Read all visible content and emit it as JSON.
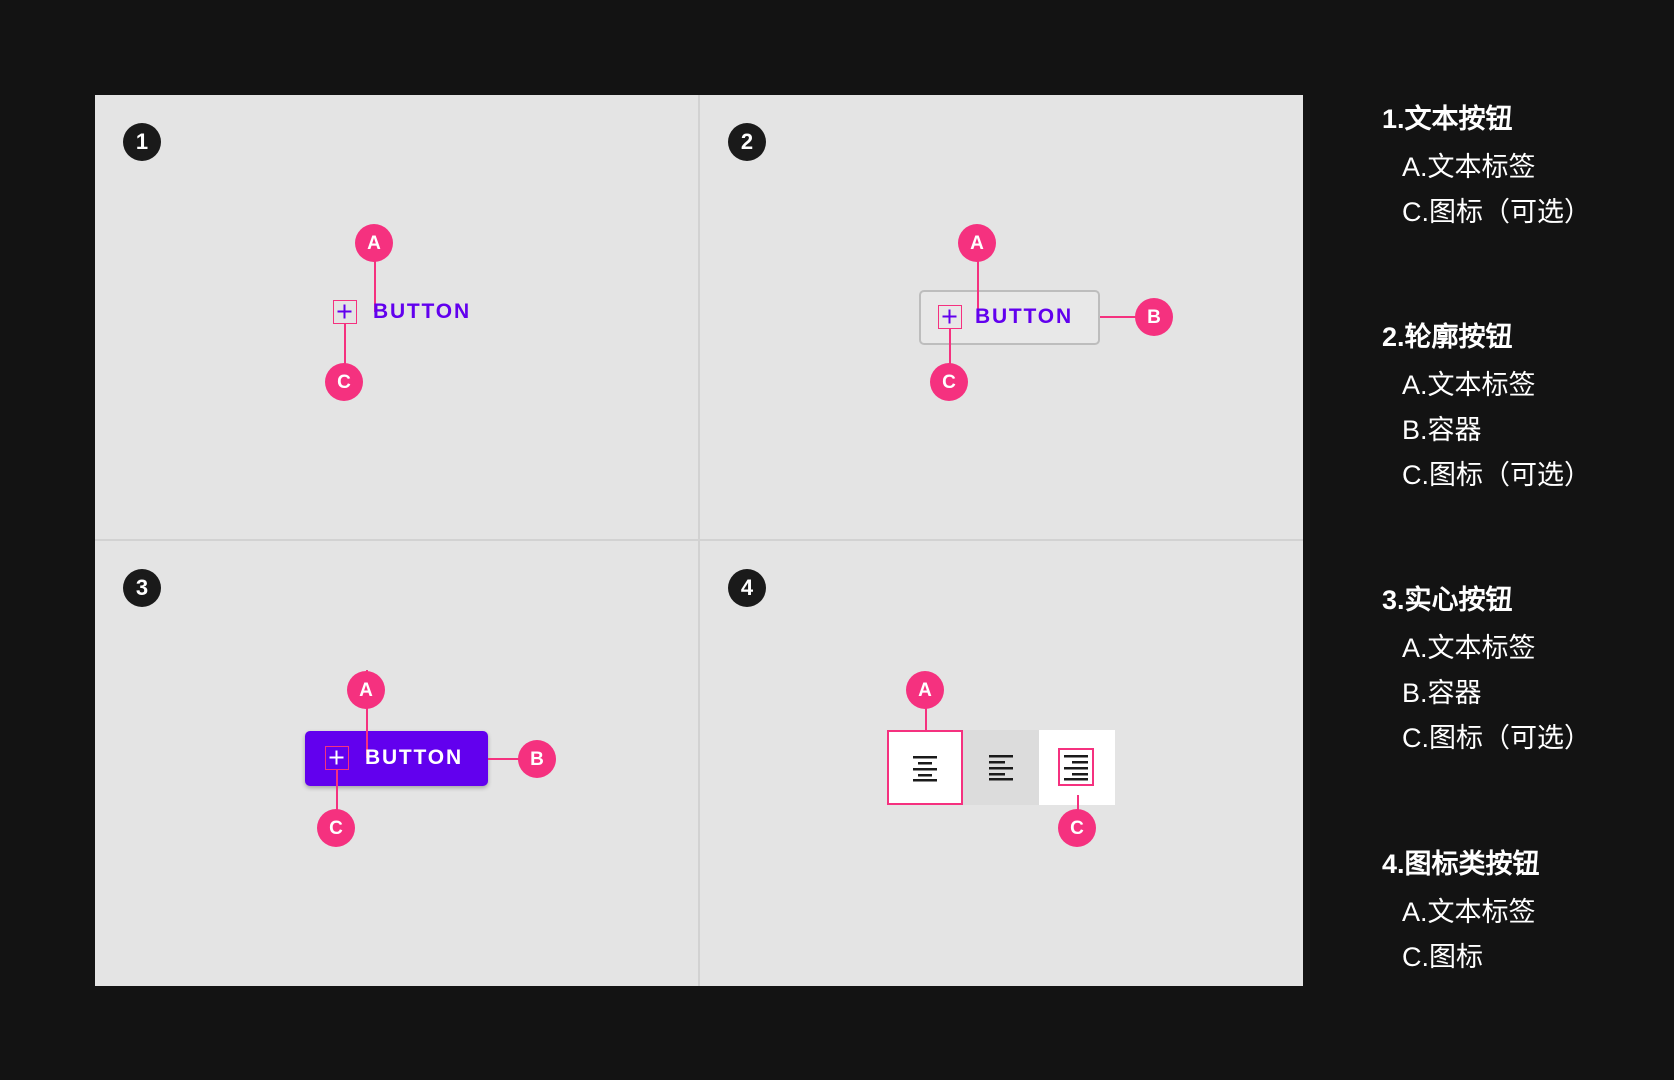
{
  "quadrants": [
    {
      "number": "1"
    },
    {
      "number": "2"
    },
    {
      "number": "3"
    },
    {
      "number": "4"
    }
  ],
  "button_label": "BUTTON",
  "markers": {
    "a": "A",
    "b": "B",
    "c": "C"
  },
  "colors": {
    "background": "#131313",
    "panel": "#e4e4e4",
    "marker": "#f5317f",
    "primary": "#6200ee",
    "number_badge": "#1a1a1a"
  },
  "icons": {
    "button_icon": "plus-icon",
    "toggle_icons": [
      "align-center-icon",
      "align-left-icon",
      "align-right-icon"
    ]
  },
  "legend": [
    {
      "title": "1.文本按钮",
      "items": [
        "A.文本标签",
        "C.图标（可选）"
      ]
    },
    {
      "title": "2.轮廓按钮",
      "items": [
        "A.文本标签",
        "B.容器",
        "C.图标（可选）"
      ]
    },
    {
      "title": "3.实心按钮",
      "items": [
        "A.文本标签",
        "B.容器",
        "C.图标（可选）"
      ]
    },
    {
      "title": "4.图标类按钮",
      "items": [
        "A.文本标签",
        "C.图标"
      ]
    }
  ]
}
